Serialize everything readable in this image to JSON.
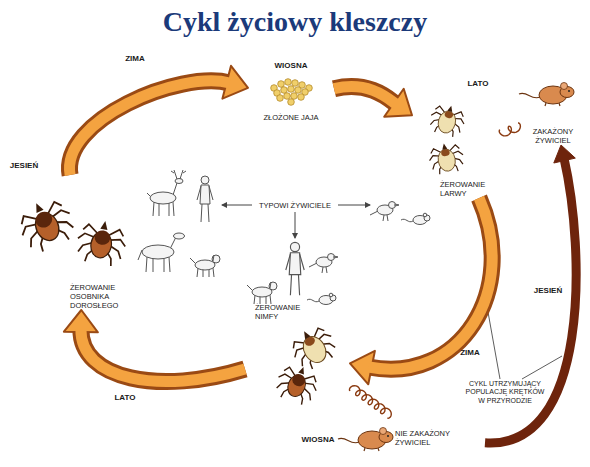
{
  "diagram": {
    "title": "Cykl życiowy kleszczy",
    "nodes": [
      {
        "text": [
          "ZŁOŻONE JAJA"
        ]
      },
      {
        "text": [
          "ŻEROWANIE LARWY"
        ]
      },
      {
        "text": [
          "ZAKAŻONY ŻYWICIEL"
        ]
      },
      {
        "text": [
          "ŻEROWANIE OSOBNIKA DOROSŁEGO"
        ]
      },
      {
        "text": [
          "ŻEROWANIE NIMFY"
        ]
      },
      {
        "text": [
          "NIE ZAKAŻONY ŻYWICIEL"
        ]
      }
    ],
    "edges": [
      {
        "from": 3,
        "to": 0,
        "label": "ZIMA",
        "arrow": "to"
      },
      {
        "from": 0,
        "to": 1,
        "arrow": "to"
      },
      {
        "from": 1,
        "to": 4,
        "label": "ZIMA",
        "arrow": "to"
      },
      {
        "from": 4,
        "to": 3,
        "label": "LATO",
        "arrow": "to"
      },
      {
        "from": 5,
        "to": 2,
        "label": "JESIEŃ",
        "arrow": "to"
      },
      {
        "from": 2,
        "to": 1,
        "arrow": "none"
      },
      {
        "from": 4,
        "to": 5,
        "arrow": "none"
      }
    ],
    "labels": [
      "WIOSNA",
      "LATO",
      "JESIEŃ",
      "TYPOWI ŻYWICIELE",
      "CYKL UTRZYMUJĄCY POPULACJĘ KRĘTKÓW W PRZYRODZIE",
      "WIOSNA"
    ]
  }
}
